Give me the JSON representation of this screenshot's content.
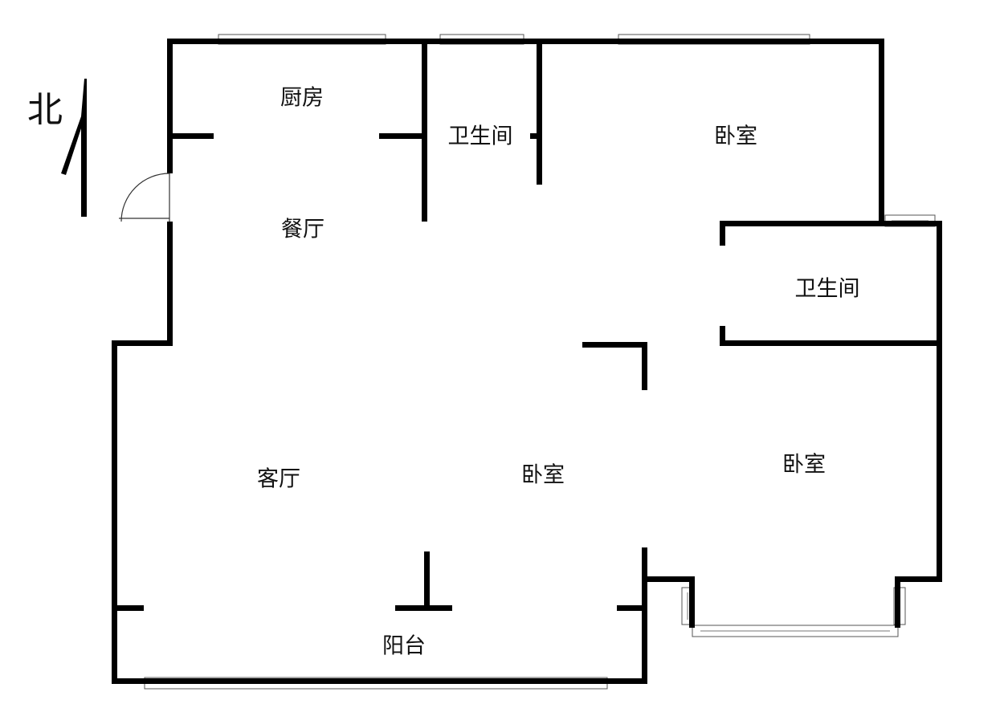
{
  "north_label": "北",
  "rooms": {
    "kitchen": "厨房",
    "bathroom_north": "卫生间",
    "bedroom_northeast": "卧室",
    "dining": "餐厅",
    "bathroom_east": "卫生间",
    "living": "客厅",
    "bedroom_center": "卧室",
    "bedroom_southeast": "卧室",
    "balcony": "阳台"
  }
}
